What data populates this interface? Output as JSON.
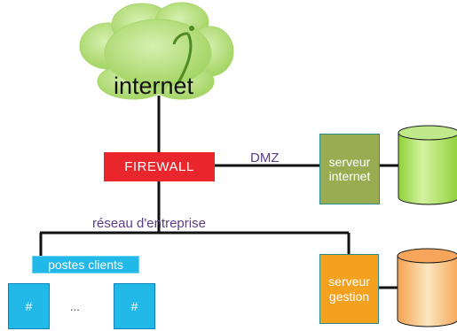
{
  "cloud": {
    "label": "internet"
  },
  "firewall": {
    "label": "FIREWALL"
  },
  "dmz": {
    "label": "DMZ"
  },
  "network": {
    "label": "réseau d'entreprise"
  },
  "clients": {
    "header": "postes clients",
    "items": [
      "#",
      "#"
    ],
    "ellipsis": "..."
  },
  "servers": {
    "internet": {
      "line1": "serveur",
      "line2": "internet"
    },
    "gestion": {
      "line1": "serveur",
      "line2": "gestion"
    }
  },
  "colors": {
    "cloud": "#a9d86e",
    "firewall": "#e8262b",
    "label_text": "#5b3d8a",
    "clients": "#22b8e8",
    "server_internet": "#9aac52",
    "server_gestion": "#f4a11f",
    "db_internet": "#a8de5a",
    "db_gestion": "#f7a761"
  },
  "icons": [
    "cloud-icon",
    "database-icon"
  ]
}
